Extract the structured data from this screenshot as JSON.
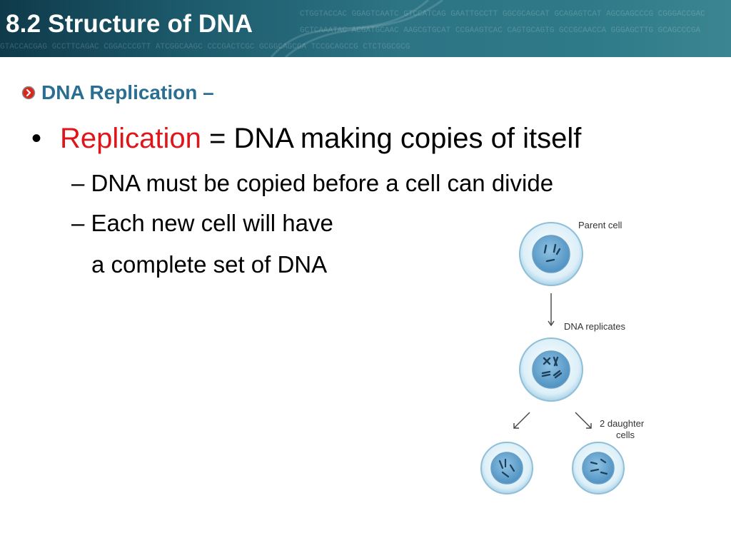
{
  "header": {
    "title": "8.2 Structure of DNA",
    "background_sequence": [
      "CTGGTACCAC GGAGTCAATC GTCCATCAG GAATTGCCTT GGCGCAGCAT GCAGAGTCAT AGCGAGCCCG CGGGACCGAC",
      "GCTCAAATAC ACGATGCAAC AAGCGTGCAT CCGAAGTCAC CAGTGCAGTG GCCGCAACCA GGGAGCTTG GCAGCCCGA",
      "GTACCACGAG GCCTTCAGAC CGGACCCGTT ATCGGCAAGC CCCGACTCGC GCGGCAGCGA TCCGCAGCCG CTCTGGCGCG"
    ]
  },
  "section": {
    "title": "DNA Replication –"
  },
  "bullets": {
    "main_term": "Replication",
    "main_rest": " = DNA making copies of itself",
    "sub1": "– DNA must be copied before a cell can divide",
    "sub2_line1": "– Each new cell will have",
    "sub2_line2": "a complete  set of DNA"
  },
  "figure": {
    "parent_label": "Parent cell",
    "replicates_label": "DNA replicates",
    "daughter_label_line1": "2 daughter",
    "daughter_label_line2": "cells"
  },
  "colors": {
    "header_bg": "#1c5a6b",
    "section_title": "#2a6f93",
    "term_red": "#e0151a",
    "cell_outer": "#d7edf7",
    "cell_ring": "#8fbfd8",
    "nucleus": "#6ea9d0",
    "chromosome": "#1e3f5a"
  }
}
